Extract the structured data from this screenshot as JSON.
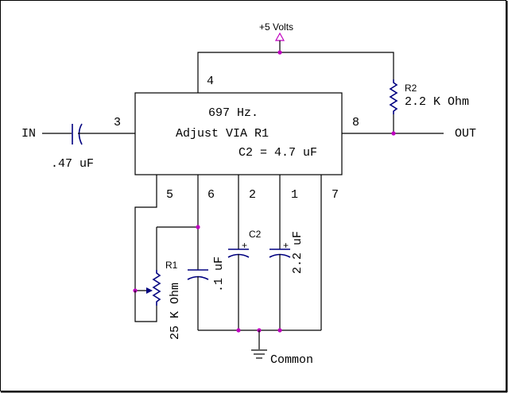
{
  "ic": {
    "line1": "697 Hz.",
    "line2": "Adjust VIA R1",
    "line3": "C2 = 4.7 uF",
    "pins": [
      "4",
      "3",
      "8",
      "5",
      "6",
      "2",
      "1",
      "7"
    ]
  },
  "supply": {
    "label": "+5 Volts"
  },
  "input": {
    "label": "IN",
    "cap_value": ".47 uF"
  },
  "output": {
    "label": "OUT"
  },
  "r2": {
    "name": "R2",
    "value": "2.2 K Ohm"
  },
  "r1": {
    "name": "R1",
    "value": "25 K Ohm"
  },
  "c_timing": {
    "value": ".1 uF"
  },
  "c2": {
    "name": "C2"
  },
  "c_pin1": {
    "value": "2.2 uF"
  },
  "ground": {
    "label": "Common"
  },
  "colors": {
    "wire": "#000000",
    "component": "#000080",
    "junction": "#c000c0"
  }
}
